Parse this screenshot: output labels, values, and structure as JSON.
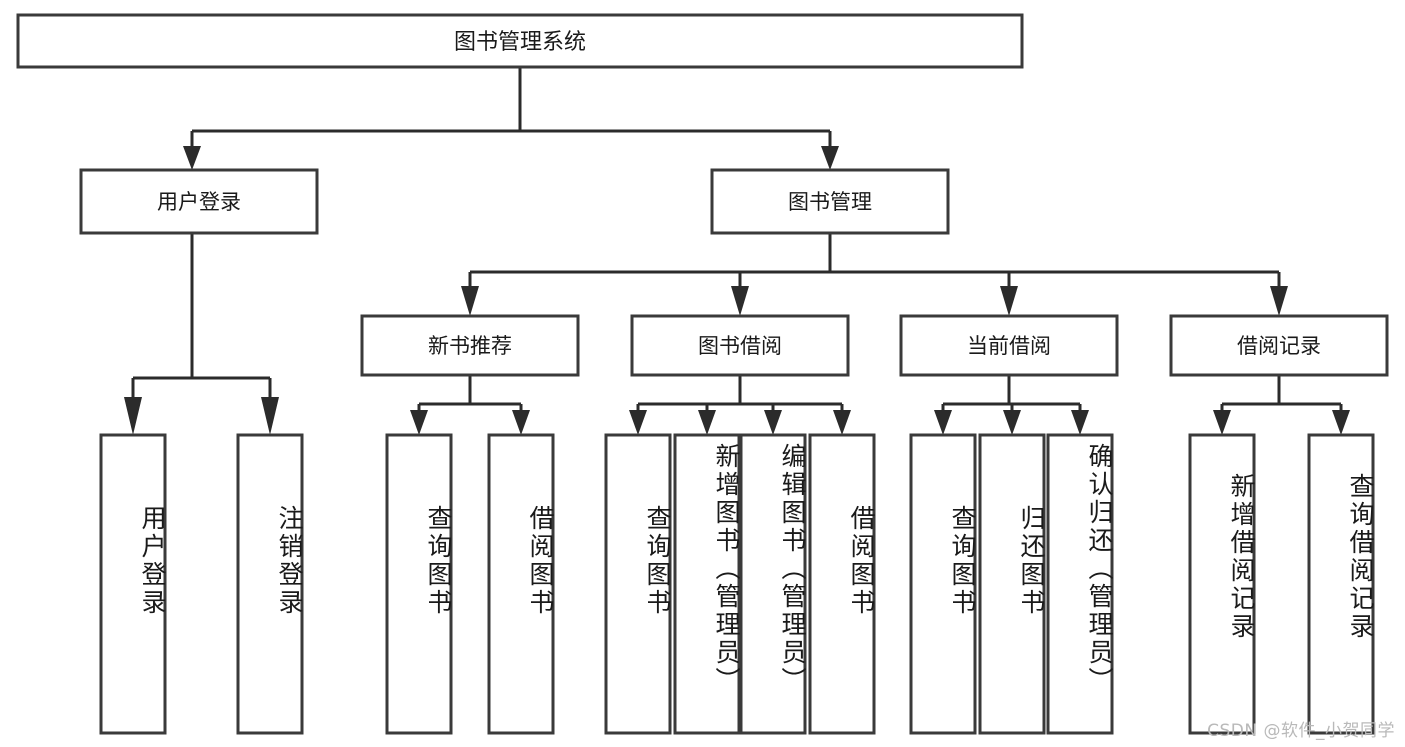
{
  "diagram": {
    "title": "图书管理系统",
    "type": "tree-hierarchy-diagram",
    "colors": {
      "box_stroke": "#3a3a3a",
      "connector": "#2b2b2b",
      "box_fill": "#ffffff",
      "text": "#1a1a1a",
      "watermark": "#b9b9b9",
      "background": "#ffffff"
    },
    "root": {
      "label": "图书管理系统"
    },
    "level2": [
      {
        "label": "用户登录"
      },
      {
        "label": "图书管理"
      }
    ],
    "level3": [
      {
        "label": "新书推荐"
      },
      {
        "label": "图书借阅"
      },
      {
        "label": "当前借阅"
      },
      {
        "label": "借阅记录"
      }
    ],
    "leaves": {
      "user_login": [
        {
          "label": "用户登录"
        },
        {
          "label": "注销登录"
        }
      ],
      "new_book_recommend": [
        {
          "label": "查询图书"
        },
        {
          "label": "借阅图书"
        }
      ],
      "book_borrow": [
        {
          "label": "查询图书"
        },
        {
          "label": "新增图书（管理员）"
        },
        {
          "label": "编辑图书（管理员）"
        },
        {
          "label": "借阅图书"
        }
      ],
      "current_borrow": [
        {
          "label": "查询图书"
        },
        {
          "label": "归还图书"
        },
        {
          "label": "确认归还（管理员）"
        }
      ],
      "borrow_record": [
        {
          "label": "新增借阅记录"
        },
        {
          "label": "查询借阅记录"
        }
      ]
    }
  },
  "watermark": {
    "text": "CSDN @软件_小贺同学"
  }
}
